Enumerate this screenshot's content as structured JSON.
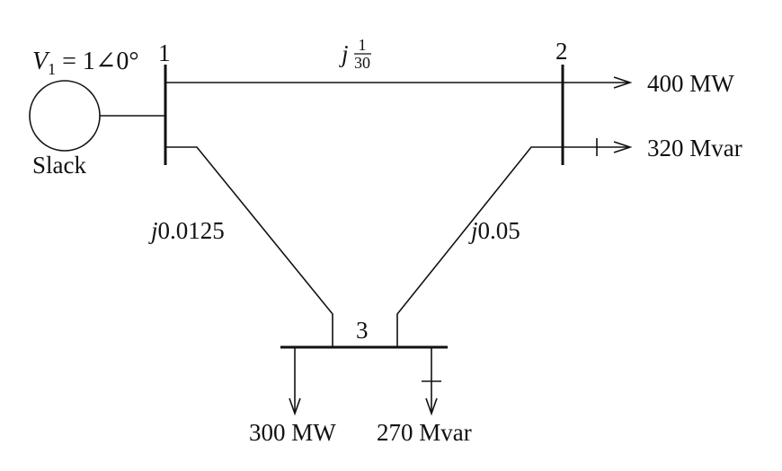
{
  "buses": {
    "bus1": {
      "number": "1"
    },
    "bus2": {
      "number": "2"
    },
    "bus3": {
      "number": "3"
    }
  },
  "generator": {
    "voltage_symbol": "V",
    "voltage_subscript": "1",
    "voltage_value": " = 1∠0°",
    "type_label": "Slack"
  },
  "lines": {
    "line_1_2": {
      "prefix": "j",
      "numerator": "1",
      "denominator": "30"
    },
    "line_1_3": {
      "prefix": "j",
      "value": "0.0125"
    },
    "line_2_3": {
      "prefix": "j",
      "value": "0.05"
    }
  },
  "loads": {
    "bus2_p": "400 MW",
    "bus2_q": "320 Mvar",
    "bus3_p": "300 MW",
    "bus3_q": "270 Mvar"
  }
}
